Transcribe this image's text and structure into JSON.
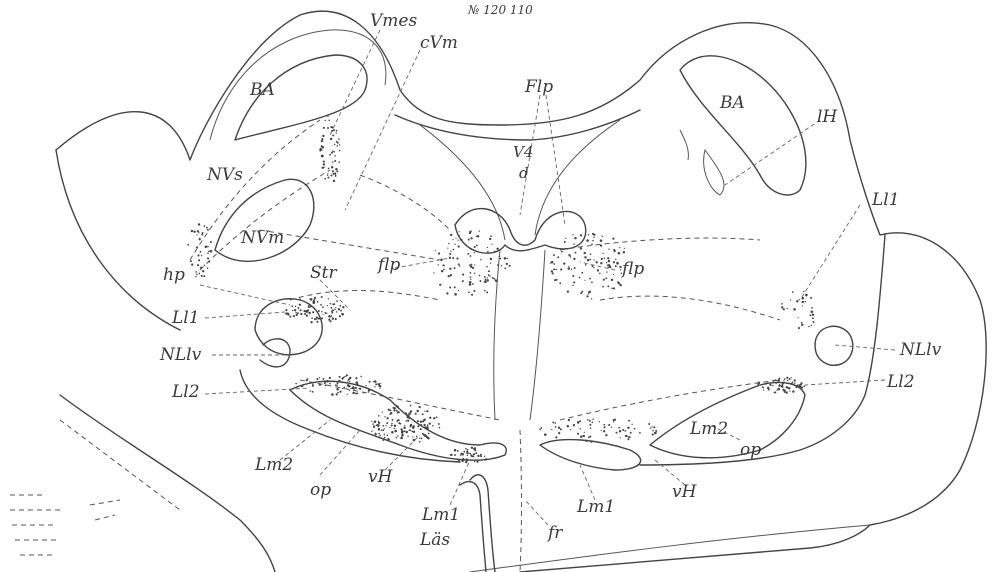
{
  "figure": {
    "plate_number": "№ 120 110",
    "labels": {
      "vmes": "Vmes",
      "cvm": "cVm",
      "ba_left": "BA",
      "ba_right": "BA",
      "flp_top": "Flp",
      "v4": "V4",
      "d": "d",
      "lh": "lH",
      "nvs": "NVs",
      "nvm": "NVm",
      "ll1_right": "Ll1",
      "hp": "hp",
      "str": "Str",
      "flp_left": "flp",
      "flp_right": "flp",
      "ll1_left": "Ll1",
      "nllv_left": "NLlv",
      "nllv_right": "NLlv",
      "ll2_left": "Ll2",
      "ll2_right": "Ll2",
      "lm2_left": "Lm2",
      "lm2_right": "Lm2",
      "op_left": "op",
      "op_right": "op",
      "vh_left": "vH",
      "vh_right": "vH",
      "lm1_left": "Lm1",
      "lm1_right": "Lm1",
      "las": "Läs",
      "fr": "fr"
    }
  }
}
